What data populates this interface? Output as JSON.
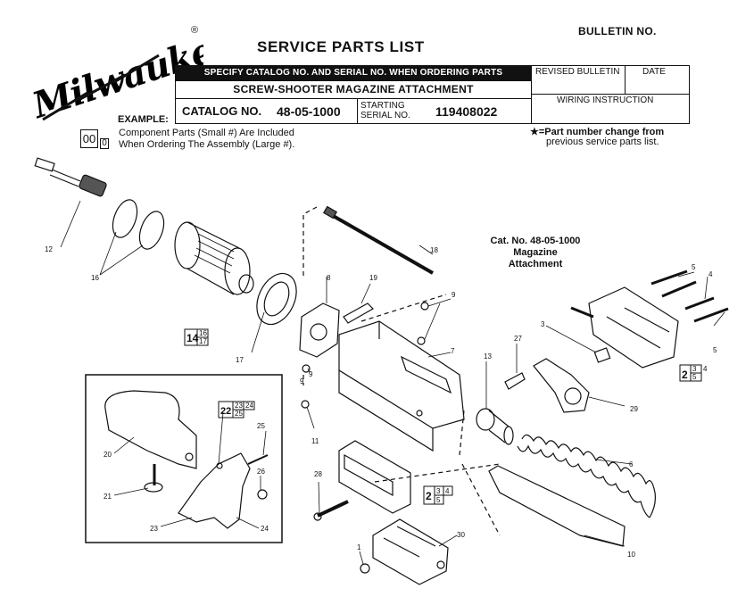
{
  "header": {
    "brand": "Milwaukee",
    "registered": "®",
    "bulletin_label": "BULLETIN NO.",
    "title": "SERVICE  PARTS  LIST",
    "specify": "SPECIFY CATALOG NO. AND SERIAL NO. WHEN ORDERING PARTS",
    "attachment_name": "SCREW-SHOOTER MAGAZINE ATTACHMENT",
    "catalog_label": "CATALOG NO.",
    "catalog_no": "48-05-1000",
    "starting_label": "STARTING",
    "serial_label": "SERIAL NO.",
    "serial_no": "119408022",
    "revised_label": "REVISED BULLETIN",
    "date_label": "DATE",
    "wiring_label": "WIRING  INSTRUCTION"
  },
  "example": {
    "label": "EXAMPLE:",
    "box_large": "00",
    "box_small_top": "",
    "box_small_bottom": "0",
    "line1": "Component Parts (Small #) Are Included",
    "line2": "When Ordering The Assembly (Large #).",
    "star_note_1": "★=Part  number  change  from",
    "star_note_2": "previous  service  parts  list."
  },
  "diagram": {
    "cat_line1": "Cat. No. 48-05-1000",
    "cat_line2": "Magazine",
    "cat_line3": "Attachment",
    "callouts": [
      "12",
      "16",
      "14",
      "16",
      "17",
      "17",
      "18",
      "8",
      "19",
      "9",
      "9",
      "9",
      "11",
      "7",
      "13",
      "27",
      "3",
      "5",
      "4",
      "5",
      "2",
      "3",
      "4",
      "5",
      "29",
      "22",
      "23",
      "24",
      "25",
      "25",
      "20",
      "26",
      "21",
      "23",
      "24",
      "28",
      "2",
      "3",
      "4",
      "5",
      "6",
      "30",
      "1",
      "10"
    ]
  }
}
